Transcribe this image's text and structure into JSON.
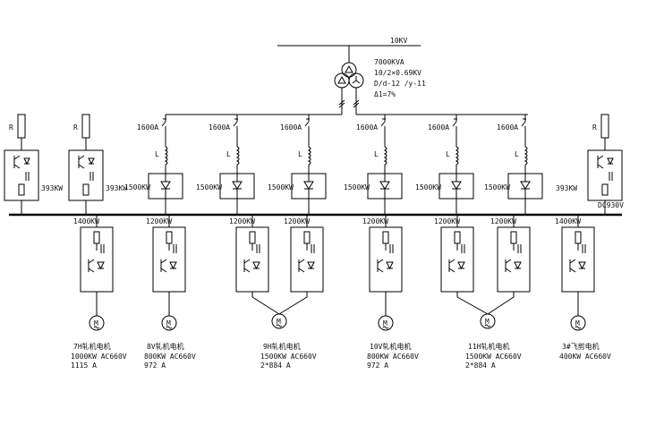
{
  "hv_bus": {
    "label": "10KV"
  },
  "transformer": {
    "lines": [
      "7000KVA",
      "10/2×0.69KV",
      "D/d-12 /y-11",
      "Δ1=7%"
    ]
  },
  "dc_bus": {
    "label": "DC930V"
  },
  "feeders": [
    {
      "breaker": "1600A",
      "reactor": "L",
      "power": "1500KW"
    },
    {
      "breaker": "1600A",
      "reactor": "L",
      "power": "1500KW"
    },
    {
      "breaker": "1600A",
      "reactor": "L",
      "power": "1500KW"
    },
    {
      "breaker": "1600A",
      "reactor": "L",
      "power": "1500KW"
    },
    {
      "breaker": "1600A",
      "reactor": "L",
      "power": "1500KW"
    },
    {
      "breaker": "1600A",
      "reactor": "L",
      "power": "1500KW"
    }
  ],
  "brake_units": [
    {
      "resistor": "R",
      "power": "393KW"
    },
    {
      "resistor": "R",
      "power": "393KW"
    },
    {
      "resistor": "R",
      "power": "393KW"
    }
  ],
  "inverters": [
    {
      "power": "1400KW"
    },
    {
      "power": "1200KW"
    },
    {
      "power": "1200KW"
    },
    {
      "power": "1200KW"
    },
    {
      "power": "1200KW"
    },
    {
      "power": "1200KW"
    },
    {
      "power": "1200KW"
    },
    {
      "power": "1400KW"
    }
  ],
  "motors": [
    {
      "symbol": "M",
      "name": "7H轧机电机",
      "rating": "1000KW AC660V",
      "current": "1115 A"
    },
    {
      "symbol": "M",
      "name": "8V轧机电机",
      "rating": "800KW AC660V",
      "current": "972 A"
    },
    {
      "symbol": "M",
      "name": "9H轧机电机",
      "rating": "1500KW AC660V",
      "current": "2*884 A"
    },
    {
      "symbol": "M",
      "name": "10V轧机电机",
      "rating": "800KW AC660V",
      "current": "972 A"
    },
    {
      "symbol": "M",
      "name": "11H轧机电机",
      "rating": "1500KW AC660V",
      "current": "2*884 A"
    },
    {
      "symbol": "M",
      "name": "3#飞剪电机",
      "rating": "400KW AC660V",
      "current": ""
    }
  ]
}
